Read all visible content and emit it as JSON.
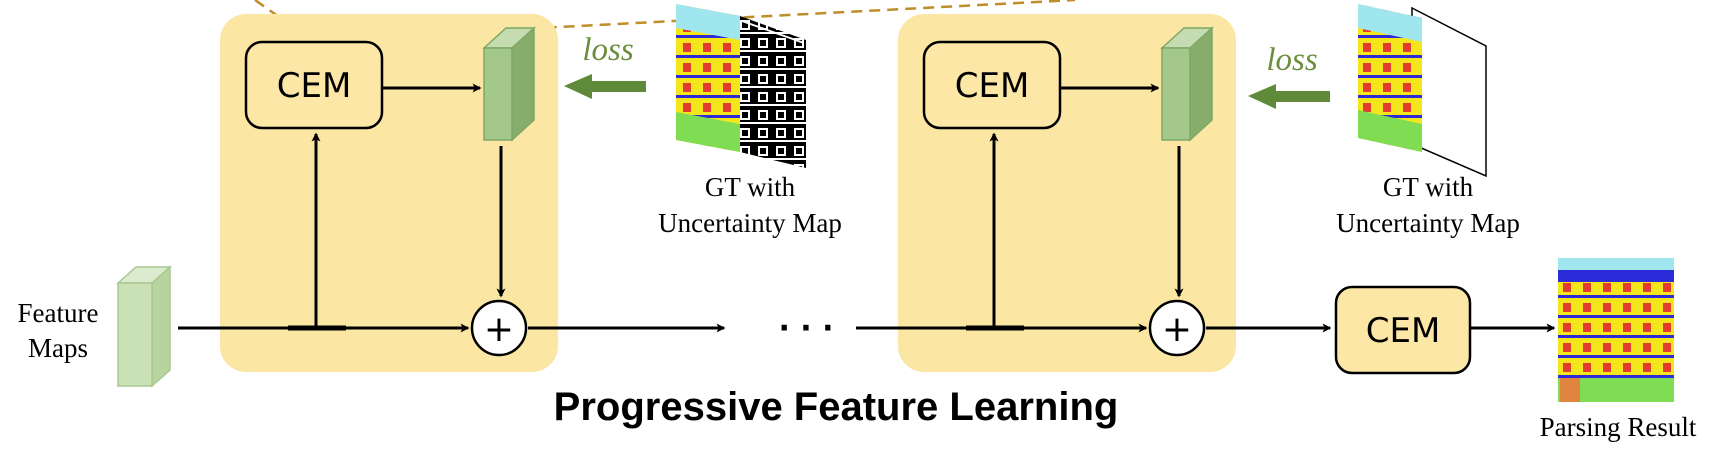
{
  "diagram": {
    "title": "Progressive Feature Learning",
    "input_label_line1": "Feature",
    "input_label_line2": "Maps",
    "stage1": {
      "cem_label": "CEM",
      "loss_label": "loss",
      "gt_label_line1": "GT with",
      "gt_label_line2": "Uncertainty Map",
      "sum_symbol": "+"
    },
    "stage2": {
      "cem_label": "CEM",
      "loss_label": "loss",
      "gt_label_line1": "GT with",
      "gt_label_line2": "Uncertainty Map",
      "sum_symbol": "+"
    },
    "ellipsis": "· · ·",
    "final_cem_label": "CEM",
    "output_label": "Parsing Result"
  },
  "colors": {
    "stage_background": "#fbe6a3",
    "cem_fill": "#fde7a6",
    "feature_block": "#9dc383",
    "feature_block_input": "#c9e1b5",
    "loss_arrow": "#5e8a39",
    "dashed_line": "#bf8d2a"
  }
}
